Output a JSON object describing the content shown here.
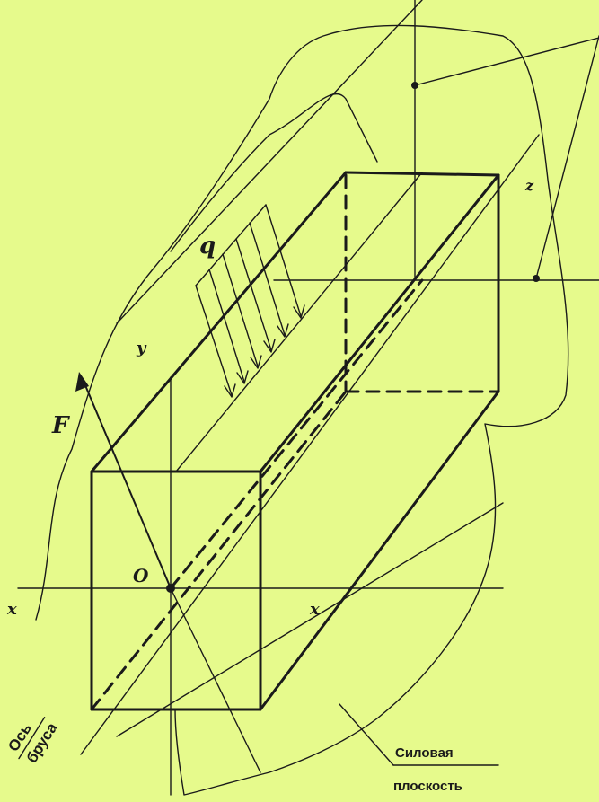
{
  "labels": {
    "q": "q",
    "y": "y",
    "z": "z",
    "F": "F",
    "O": "O",
    "x_left": "x",
    "x_right": "x"
  },
  "captions": {
    "beam_axis_line1": "Ось",
    "beam_axis_line2": "бруса",
    "force_plane_line1": "Силовая",
    "force_plane_line2": "плоскость"
  }
}
